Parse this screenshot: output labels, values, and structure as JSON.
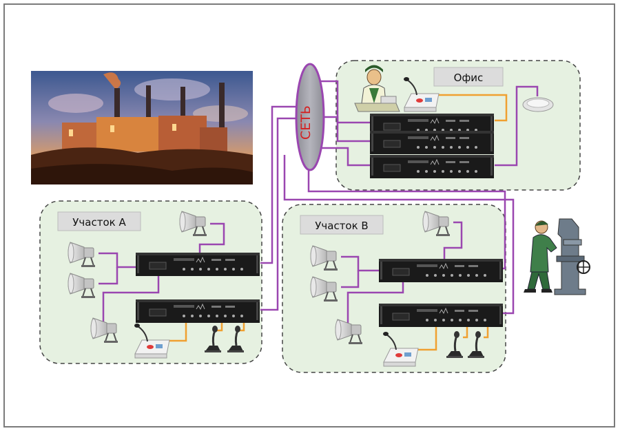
{
  "network": {
    "label": "СЕТЬ"
  },
  "zones": {
    "office": {
      "label": "Офис"
    },
    "area_a": {
      "label": "Участок А"
    },
    "area_b": {
      "label": "Участок В"
    }
  },
  "colors": {
    "zone_fill": "#e6f1e1",
    "network_line": "#9a46b0",
    "audio_line": "#f0a030",
    "amplifier": "#1a1a1a",
    "network_node": "#a2a2aa"
  },
  "icons": {
    "factory": "factory-photo-icon",
    "speaker": "horn-speaker-icon",
    "ceiling_speaker": "ceiling-speaker-icon",
    "amplifier": "amplifier-rack-icon",
    "paging_console": "paging-microphone-console-icon",
    "gooseneck_mic": "gooseneck-microphone-icon",
    "office_worker": "office-worker-icon",
    "machinist": "machinist-worker-icon"
  }
}
